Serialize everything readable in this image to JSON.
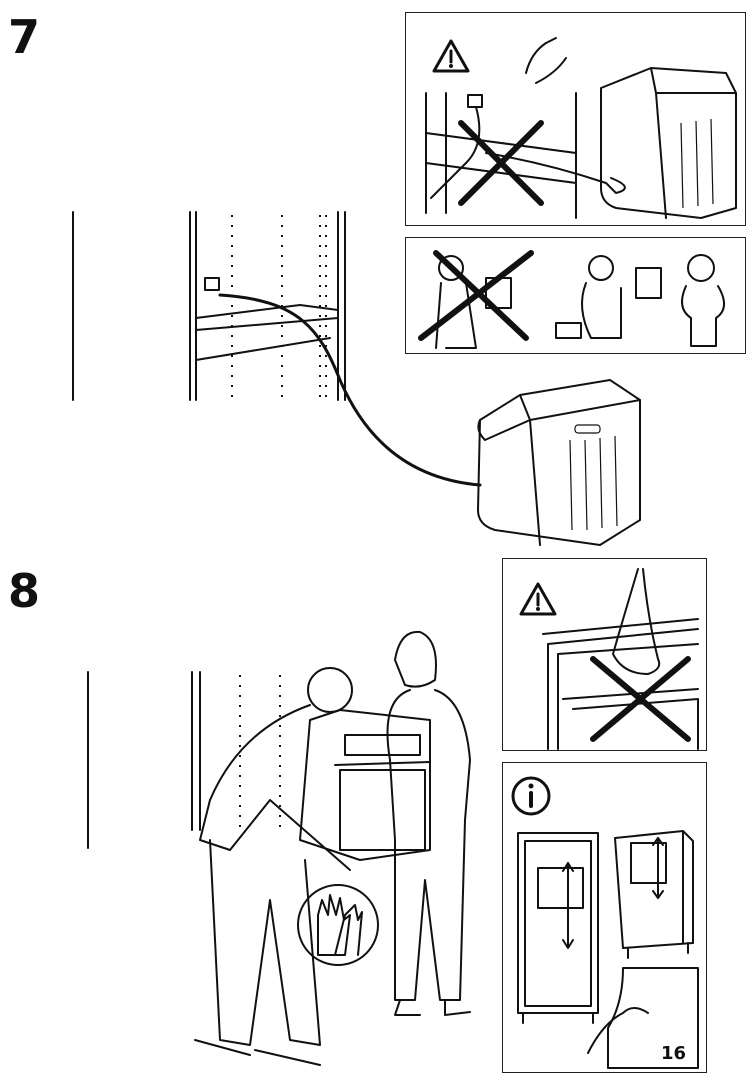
{
  "steps": [
    {
      "number": "7"
    },
    {
      "number": "8"
    }
  ],
  "panels": {
    "warning_cable": {
      "icon": "warning-triangle-icon"
    },
    "electrician": {
      "icon": "electrician-icon"
    },
    "warning_handle": {
      "icon": "warning-triangle-icon"
    },
    "info": {
      "icon": "info-icon",
      "page_ref": "16"
    }
  },
  "icons": {
    "gloves": "gloves-icon"
  }
}
